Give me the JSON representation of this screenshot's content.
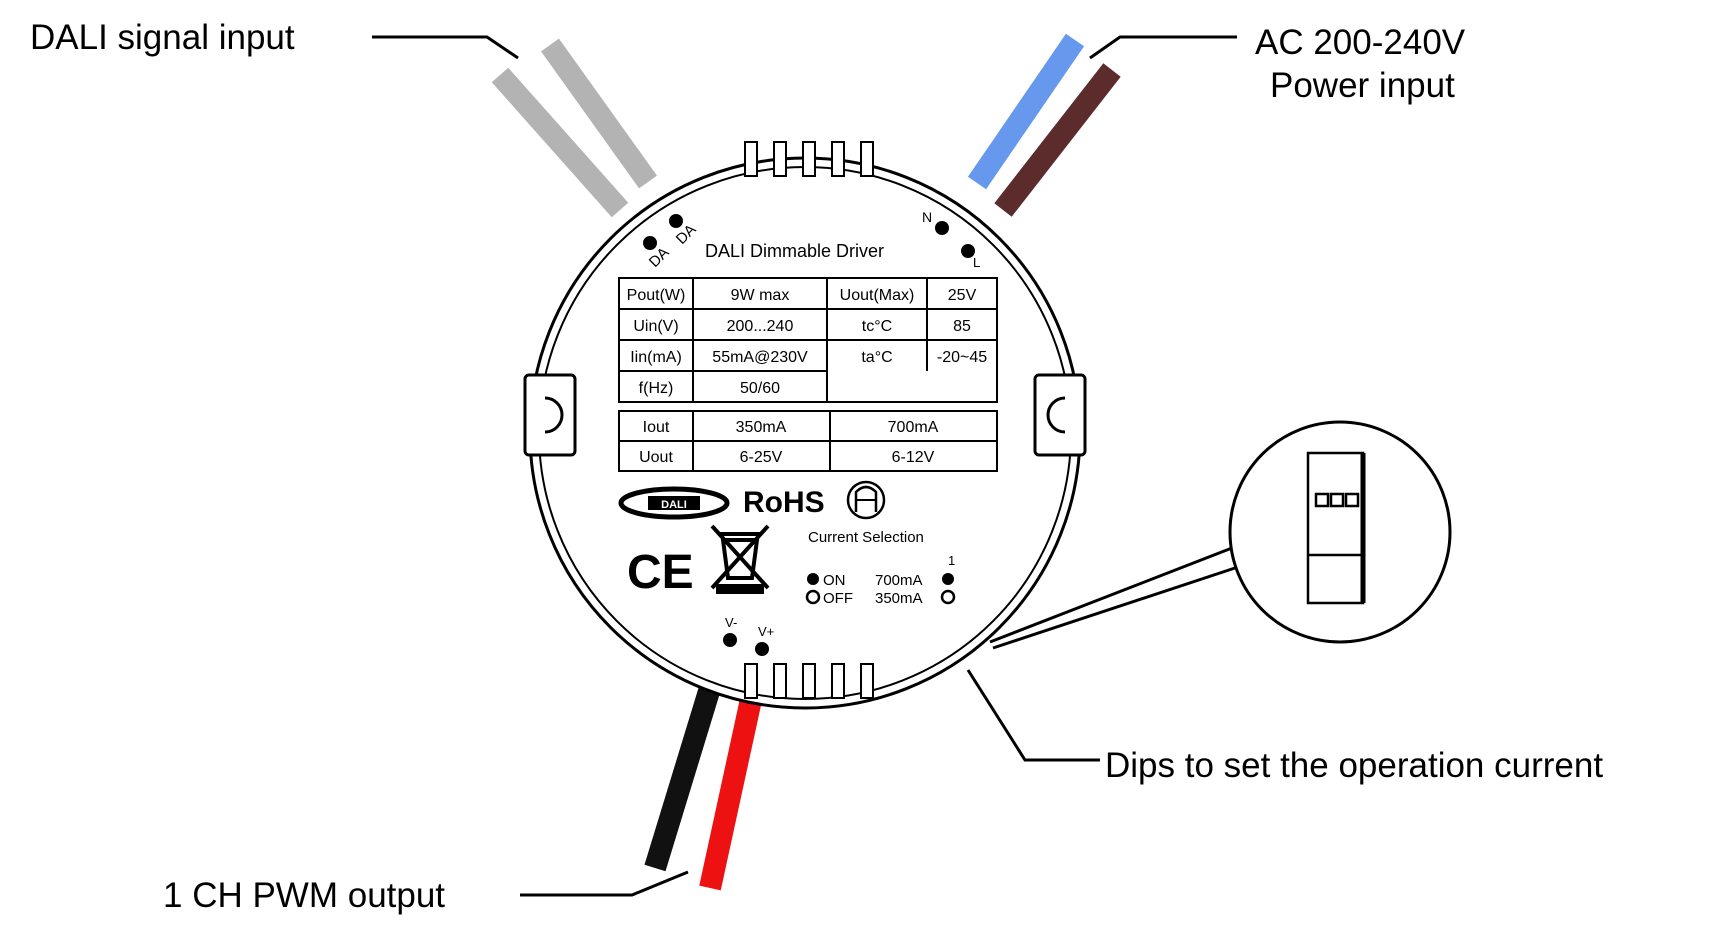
{
  "callouts": {
    "dali_input": "DALI signal input",
    "ac_line1": "AC 200-240V",
    "ac_line2": "Power input",
    "dips": "Dips to set the operation current",
    "pwm_output": "1 CH PWM output"
  },
  "device": {
    "title": "DALI Dimmable Driver",
    "terminal_da1": "DA",
    "terminal_da2": "DA",
    "terminal_n": "N",
    "terminal_l": "L",
    "terminal_vminus": "V-",
    "terminal_vplus": "V+",
    "spec_table": {
      "rows": [
        [
          "Pout(W)",
          "9W max",
          "Uout(Max)",
          "25V"
        ],
        [
          "Uin(V)",
          "200...240",
          "tc°C",
          "85"
        ],
        [
          "Iin(mA)",
          "55mA@230V",
          "ta°C",
          "-20~45"
        ],
        [
          "f(Hz)",
          "50/60",
          "",
          ""
        ]
      ]
    },
    "output_table": {
      "rows": [
        [
          "Iout",
          "350mA",
          "700mA"
        ],
        [
          "Uout",
          "6-25V",
          "6-12V"
        ]
      ]
    },
    "dali_logo": "DALI",
    "rohs": "RoHS",
    "ce": "CE",
    "current_selection": {
      "title": "Current Selection",
      "switch_number": "1",
      "on_label": "ON",
      "off_label": "OFF",
      "on_value": "700mA",
      "off_value": "350mA"
    }
  },
  "colors": {
    "dali_wire": "#b3b3b3",
    "neutral_wire": "#6699ee",
    "live_wire": "#5c2b2b",
    "neg_wire": "#111111",
    "pos_wire": "#ee1111"
  }
}
